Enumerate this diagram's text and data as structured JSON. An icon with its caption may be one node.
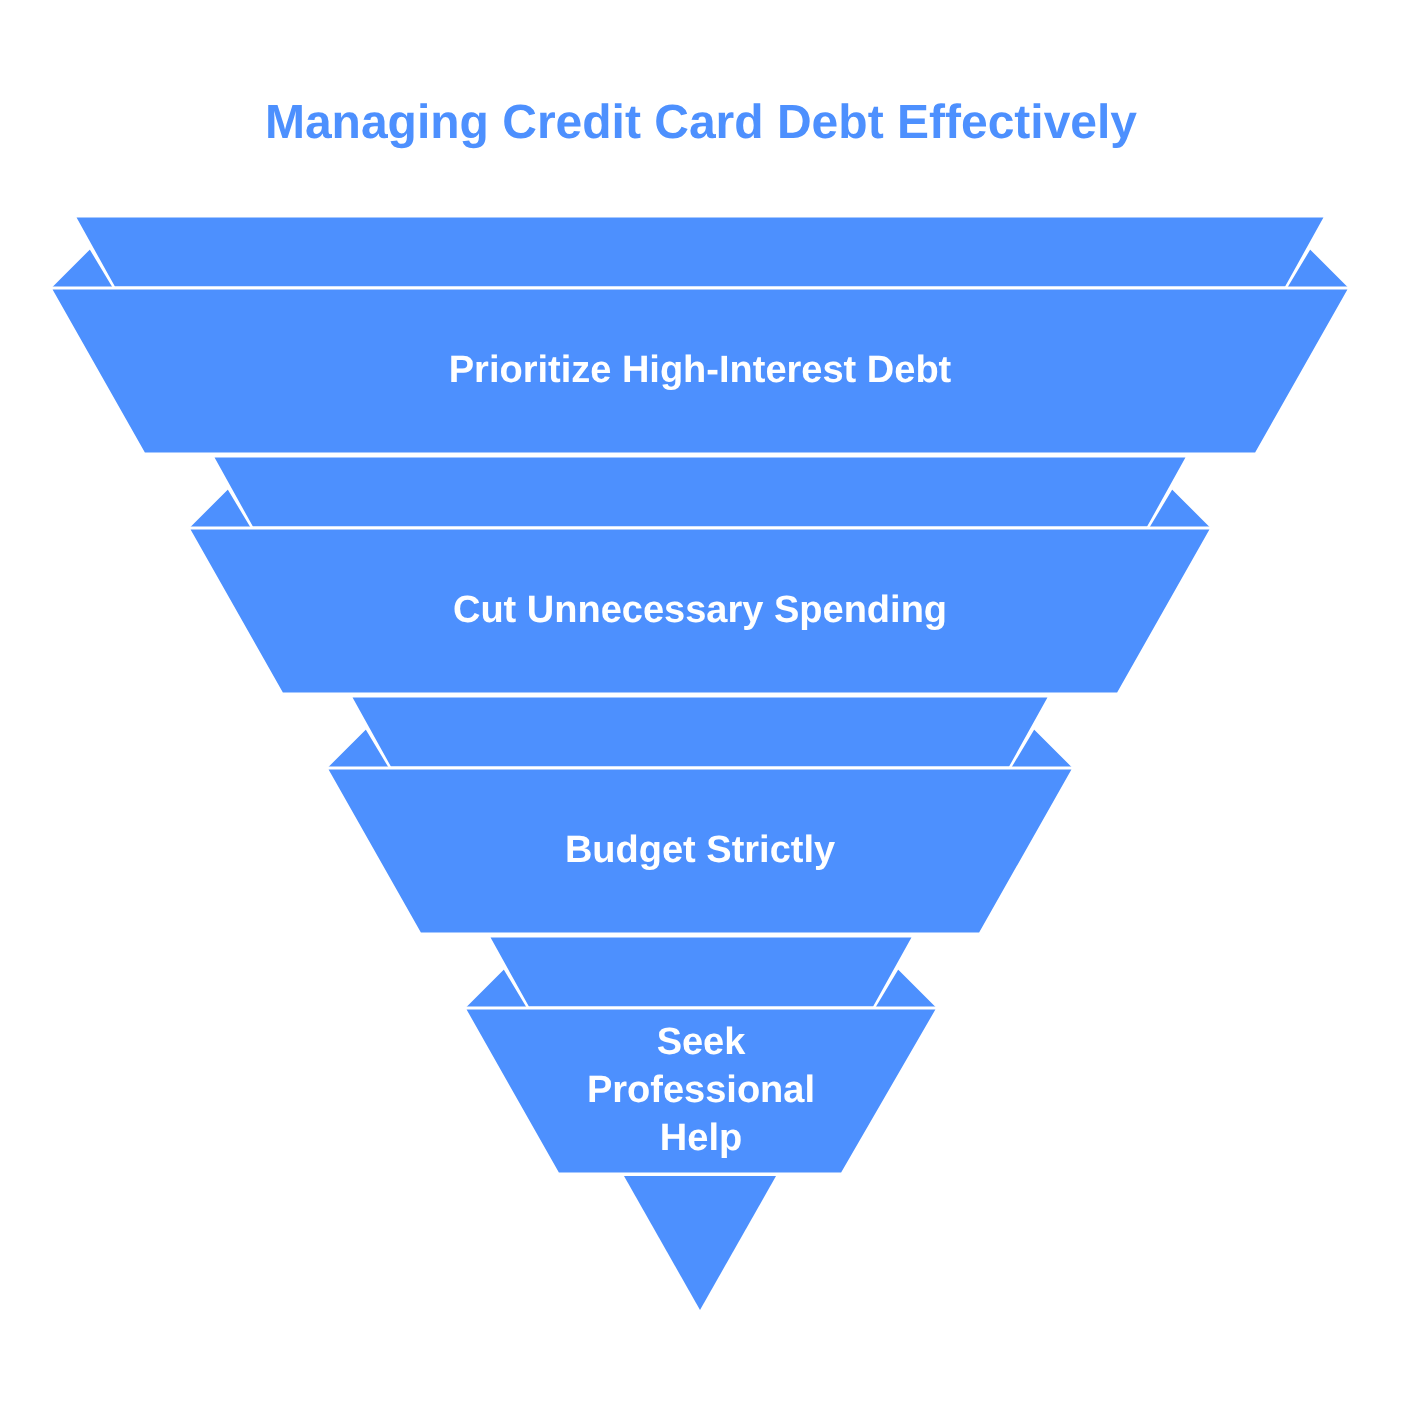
{
  "diagram": {
    "title": "Managing Credit Card Debt Effectively",
    "nodes": [
      {
        "text": [
          "Prioritize High-Interest Debt"
        ]
      },
      {
        "text": [
          "Cut Unnecessary Spending"
        ]
      },
      {
        "text": [
          "Budget Strictly"
        ]
      },
      {
        "text": [
          "Seek Professional Help"
        ]
      }
    ]
  }
}
